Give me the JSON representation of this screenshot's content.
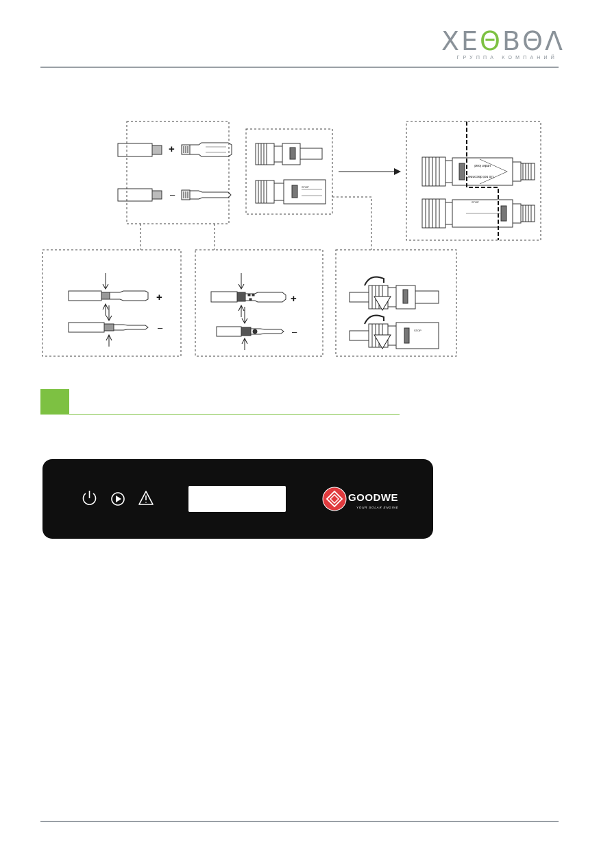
{
  "header": {
    "logo_word_a": "XE",
    "logo_word_g": "Θ",
    "logo_word_b": "BΘΛ",
    "logo_sub": "ГРУППА КОМПАНИЙ"
  },
  "diagram": {
    "plus_sign": "+",
    "minus_sign": "–",
    "label_under_load": "under load",
    "label_do_not_disconnect": "Do not disconnect",
    "label_stop": "STOP"
  },
  "panel": {
    "brand_name": "GOODWE",
    "brand_tagline": "YOUR SOLAR ENGINE",
    "icons": [
      "power-icon",
      "play-icon",
      "warning-icon"
    ]
  },
  "colors": {
    "accent_green": "#7dc142",
    "rule_gray": "#9aa0a6",
    "panel_black": "#0f0f0f",
    "brand_red": "#e03a3e"
  }
}
